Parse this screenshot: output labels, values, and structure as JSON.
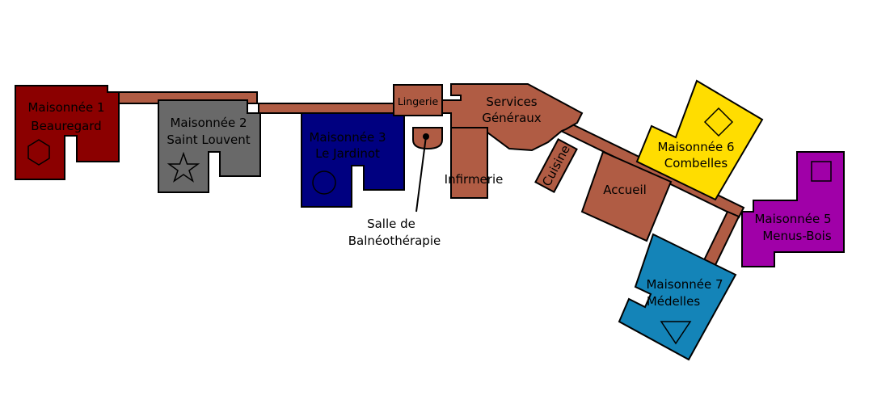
{
  "colors": {
    "corridor": "#b05c44",
    "maison1": "#8b0000",
    "maison2": "#696969",
    "maison3": "#000080",
    "maison5": "#a000a8",
    "maison6": "#ffdd00",
    "maison7": "#1484b8",
    "outline": "#000000"
  },
  "labels": {
    "m1": {
      "line1": "Maisonnée 1",
      "line2": "Beauregard",
      "icon": "hexagon-icon"
    },
    "m2": {
      "line1": "Maisonnée 2",
      "line2": "Saint Louvent",
      "icon": "star-icon"
    },
    "m3": {
      "line1": "Maisonnée 3",
      "line2": "Le Jardinot",
      "icon": "circle-icon"
    },
    "m5": {
      "line1": "Maisonnée 5",
      "line2": "Menus-Bois",
      "icon": "square-icon"
    },
    "m6": {
      "line1": "Maisonnée 6",
      "line2": "Combelles",
      "icon": "diamond-icon"
    },
    "m7": {
      "line1": "Maisonnée 7",
      "line2": "Médelles",
      "icon": "triangle-icon"
    },
    "lingerie": "Lingerie",
    "services": {
      "line1": "Services",
      "line2": "Généraux"
    },
    "cuisine": "Cuisine",
    "infirmerie": "Infirmerie",
    "accueil": "Accueil",
    "salle": {
      "line1": "Salle de",
      "line2": "Balnéothérapie"
    }
  }
}
